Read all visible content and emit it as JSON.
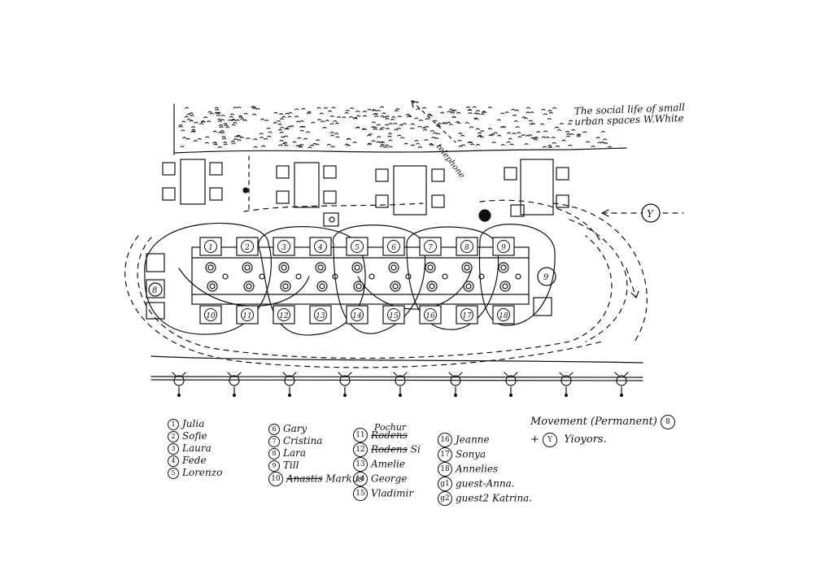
{
  "title_note": "The social life of small urban spaces W.White",
  "street_label": "telephone",
  "seats_top": [
    "1",
    "2",
    "3",
    "4",
    "5",
    "6",
    "7",
    "8",
    "9"
  ],
  "seats_bottom": [
    "10",
    "11",
    "12",
    "13",
    "14",
    "15",
    "16",
    "17",
    "18"
  ],
  "end_seats": [
    "8",
    "9"
  ],
  "yioyor_marker": "Y",
  "legend_columns": [
    [
      {
        "num": "1",
        "name": "Julia"
      },
      {
        "num": "2",
        "name": "Sofie"
      },
      {
        "num": "3",
        "name": "Laura"
      },
      {
        "num": "4",
        "name": "Fede"
      },
      {
        "num": "5",
        "name": "Lorenzo"
      }
    ],
    [
      {
        "num": "6",
        "name": "Gary"
      },
      {
        "num": "7",
        "name": "Cristina"
      },
      {
        "num": "8",
        "name": "Lara"
      },
      {
        "num": "9",
        "name": "Till"
      },
      {
        "num": "10",
        "name": "Markus",
        "struck": "Anastis"
      }
    ],
    [
      {
        "num": "11",
        "name": "Rodens",
        "over": "Pochur"
      },
      {
        "num": "12",
        "name": "Si",
        "struck": "Rodens"
      },
      {
        "num": "13",
        "name": "Amelie"
      },
      {
        "num": "14",
        "name": "George"
      },
      {
        "num": "15",
        "name": "Vladimir"
      }
    ],
    [
      {
        "num": "16",
        "name": "Jeanne"
      },
      {
        "num": "17",
        "name": "Sonya"
      },
      {
        "num": "18",
        "name": "Annelies"
      },
      {
        "num": "g1",
        "name": "guest-Anna."
      },
      {
        "num": "g2",
        "name": "guest2 Katrina."
      }
    ]
  ],
  "key": {
    "movement": "Movement (Permanent)",
    "movement_marker": "8",
    "yioyors": "Yioyors.",
    "yioyors_prefix": "+",
    "yioyors_marker": "Y"
  }
}
